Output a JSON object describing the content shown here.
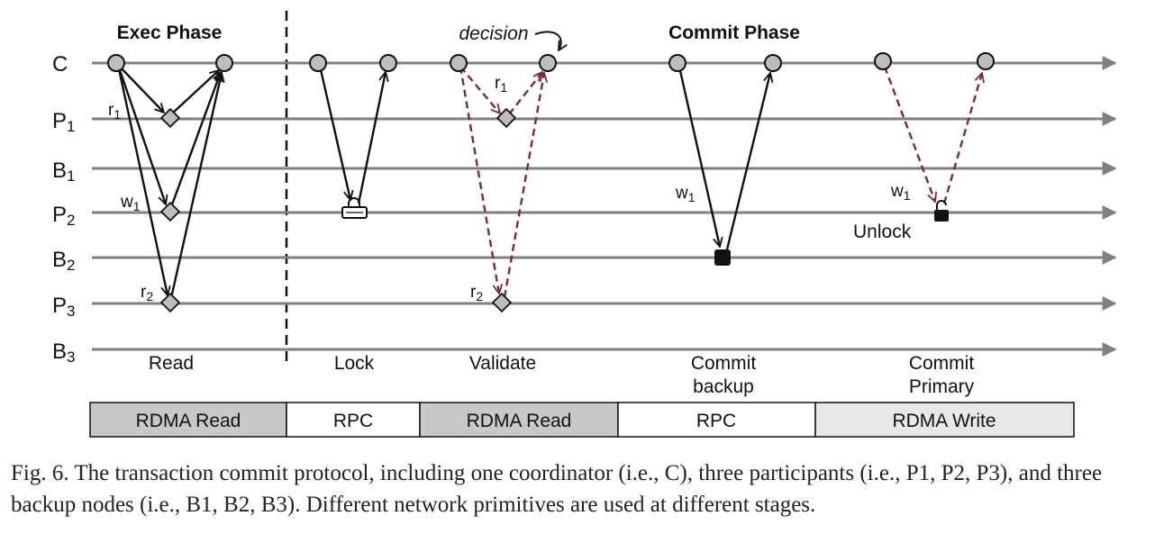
{
  "phases": {
    "exec": "Exec Phase",
    "commit": "Commit Phase"
  },
  "decision_label": "decision",
  "nodes": [
    {
      "id": "C",
      "label": "C",
      "sub": ""
    },
    {
      "id": "P1",
      "label": "P",
      "sub": "1"
    },
    {
      "id": "B1",
      "label": "B",
      "sub": "1"
    },
    {
      "id": "P2",
      "label": "P",
      "sub": "2"
    },
    {
      "id": "B2",
      "label": "B",
      "sub": "2"
    },
    {
      "id": "P3",
      "label": "P",
      "sub": "3"
    },
    {
      "id": "B3",
      "label": "B",
      "sub": "3"
    }
  ],
  "ops": {
    "r1": {
      "label": "r",
      "sub": "1"
    },
    "w1": {
      "label": "w",
      "sub": "1"
    },
    "r2": {
      "label": "r",
      "sub": "2"
    }
  },
  "unlock_label": "Unlock",
  "stages": [
    "Read",
    "Lock",
    "Validate",
    "Commit backup",
    "Commit Primary"
  ],
  "stage_lines": {
    "commit_backup": [
      "Commit",
      "backup"
    ],
    "commit_primary": [
      "Commit",
      "Primary"
    ]
  },
  "primitives": [
    {
      "label": "RDMA Read",
      "fill": "#c8c8c8"
    },
    {
      "label": "RPC",
      "fill": "#ffffff"
    },
    {
      "label": "RDMA Read",
      "fill": "#c8c8c8"
    },
    {
      "label": "RPC",
      "fill": "#ffffff"
    },
    {
      "label": "RDMA Write",
      "fill": "#e8e8e8"
    }
  ],
  "colors": {
    "line": "#808080",
    "arrow": "#111111",
    "dashed": "#7a2a40",
    "node_fill": "#bdbdbd",
    "diamond_fill": "#bdbdbd"
  },
  "caption": "Fig. 6.   The transaction commit protocol, including one coordinator (i.e., C), three participants (i.e., P1, P2, P3), and three backup nodes (i.e., B1, B2, B3). Different network primitives are used at different stages."
}
